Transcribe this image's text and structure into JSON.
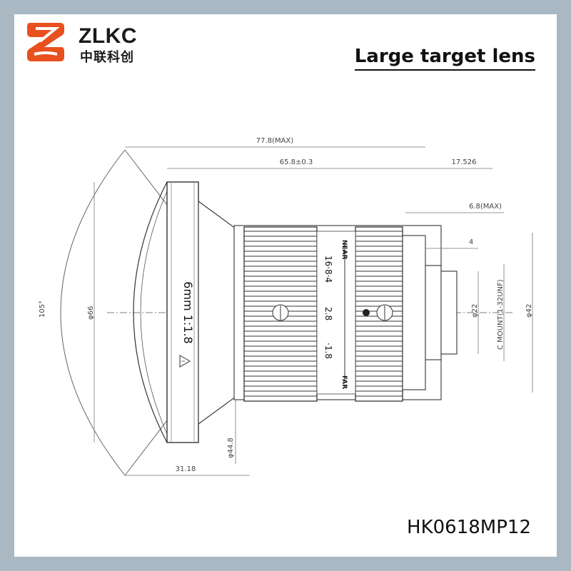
{
  "brand": {
    "name": "ZLKC",
    "name_cn": "中联科创",
    "accent": "#e8501e"
  },
  "title": "Large target lens",
  "model": "HK0618MP12",
  "drawing": {
    "front_label": "6mm 1:1.8",
    "focus_near": "NEAR",
    "focus_far": "FAR",
    "aperture_scale": [
      "16·8·4",
      "2.8",
      "·1.8"
    ],
    "dimensions": {
      "overall_length": "77.8(MAX)",
      "body_length": "65.8±0.3",
      "flange_distance": "17.526",
      "back_protrusion": "6.8(MAX)",
      "thread_length": "4",
      "front_diameter": "φ66",
      "rear_diameter": "φ22",
      "body_diameter": "φ42",
      "barrel_diameter": "φ44.8",
      "front_depth": "31.18",
      "field_angle": "105°",
      "mount": "C MOUNT(1-32UNF)"
    }
  }
}
